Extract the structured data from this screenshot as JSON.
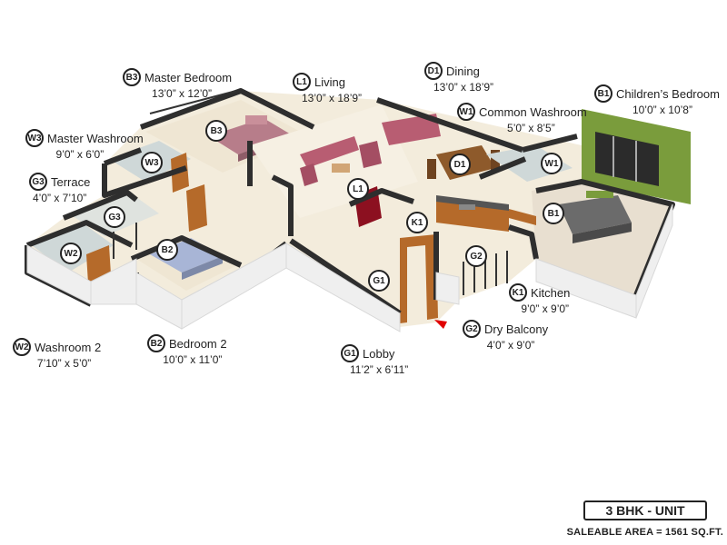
{
  "title": "3 BHK - UNIT",
  "saleable_area": "SALEABLE AREA = 1561 SQ.FT.",
  "colors": {
    "wall_top": "#2e2e2e",
    "wall_face": "#efefef",
    "floor": "#f3ecdc",
    "accent_wall": "#7a9c3c",
    "sofa": "#b85d72",
    "wood": "#b56a2a",
    "entry_arrow": "#e00000"
  },
  "rooms": [
    {
      "code": "B3",
      "name": "Master Bedroom",
      "dims": "13’0” x 12’0”"
    },
    {
      "code": "L1",
      "name": "Living",
      "dims": "13’0” x 18’9”"
    },
    {
      "code": "D1",
      "name": "Dining",
      "dims": "13’0” x 18’9”"
    },
    {
      "code": "B1",
      "name": "Children’s Bedroom",
      "dims": "10’0” x 10’8”"
    },
    {
      "code": "W3",
      "name": "Master Washroom",
      "dims": "9’0” x 6’0”"
    },
    {
      "code": "W1",
      "name": "Common Washroom",
      "dims": "5’0” x 8’5”"
    },
    {
      "code": "G3",
      "name": "Terrace",
      "dims": "4’0” x 7’10”"
    },
    {
      "code": "K1",
      "name": "Kitchen",
      "dims": "9’0” x 9’0”"
    },
    {
      "code": "W2",
      "name": "Washroom 2",
      "dims": "7’10” x 5’0”"
    },
    {
      "code": "B2",
      "name": "Bedroom 2",
      "dims": "10’0” x 11’0”"
    },
    {
      "code": "G1",
      "name": "Lobby",
      "dims": "11’2” x 6’11”"
    },
    {
      "code": "G2",
      "name": "Dry Balcony",
      "dims": "4’0” x 9’0”"
    }
  ],
  "markers": [
    "B3",
    "W3",
    "G3",
    "W2",
    "B2",
    "L1",
    "K1",
    "G1",
    "D1",
    "W1",
    "B1",
    "G2"
  ]
}
